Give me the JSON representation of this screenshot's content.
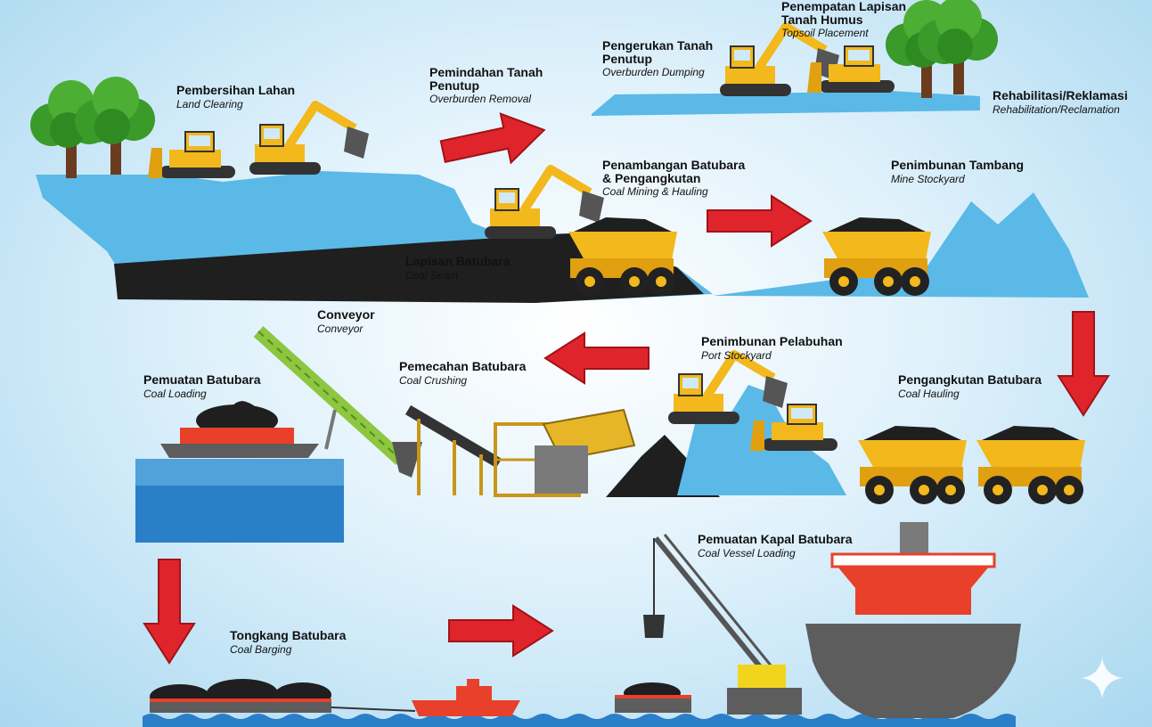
{
  "labels": {
    "land_clearing": {
      "id": "Pembersihan Lahan",
      "en": "Land Clearing"
    },
    "overburden_removal": {
      "id": "Pemindahan Tanah Penutup",
      "en": "Overburden Removal"
    },
    "overburden_dumping": {
      "id": "Pengerukan Tanah Penutup",
      "en": "Overburden Dumping"
    },
    "topsoil_placement": {
      "id": "Penempatan Lapisan Tanah Humus",
      "en": "Topsoil Placement"
    },
    "rehabilitation": {
      "id": "Rehabilitasi/Reklamasi",
      "en": "Rehabilitation/Reclamation"
    },
    "coal_mining": {
      "id": "Penambangan Batubara & Pengangkutan",
      "en": "Coal Mining & Hauling"
    },
    "mine_stockyard": {
      "id": "Penimbunan Tambang",
      "en": "Mine Stockyard"
    },
    "coal_seam": {
      "id": "Lapisan Batubara",
      "en": "Coal Seam"
    },
    "conveyor": {
      "id": "Conveyor",
      "en": "Conveyor"
    },
    "coal_loading": {
      "id": "Pemuatan Batubara",
      "en": "Coal Loading"
    },
    "coal_crushing": {
      "id": "Pemecahan Batubara",
      "en": "Coal Crushing"
    },
    "port_stockyard": {
      "id": "Penimbunan Pelabuhan",
      "en": "Port Stockyard"
    },
    "coal_hauling": {
      "id": "Pengangkutan Batubara",
      "en": "Coal Hauling"
    },
    "coal_vessel_loading": {
      "id": "Pemuatan Kapal Batubara",
      "en": "Coal Vessel Loading"
    },
    "coal_barging": {
      "id": "Tongkang Batubara",
      "en": "Coal Barging"
    }
  },
  "colors": {
    "ground": "#5ab9e6",
    "coal": "#1f1f1f",
    "machine_yellow": "#f2b81c",
    "arrow_red": "#e0242b",
    "tree_green": "#3a9a2a",
    "water": "#2a7fc8",
    "ship_red": "#e8402a",
    "ship_gray": "#5d5d5d"
  },
  "icons": [
    "tree-icon",
    "bulldozer-icon",
    "excavator-icon",
    "dump-truck-icon",
    "conveyor-icon",
    "crusher-icon",
    "crane-icon",
    "barge-icon",
    "tugboat-icon",
    "ship-icon",
    "flow-arrow-icon"
  ]
}
